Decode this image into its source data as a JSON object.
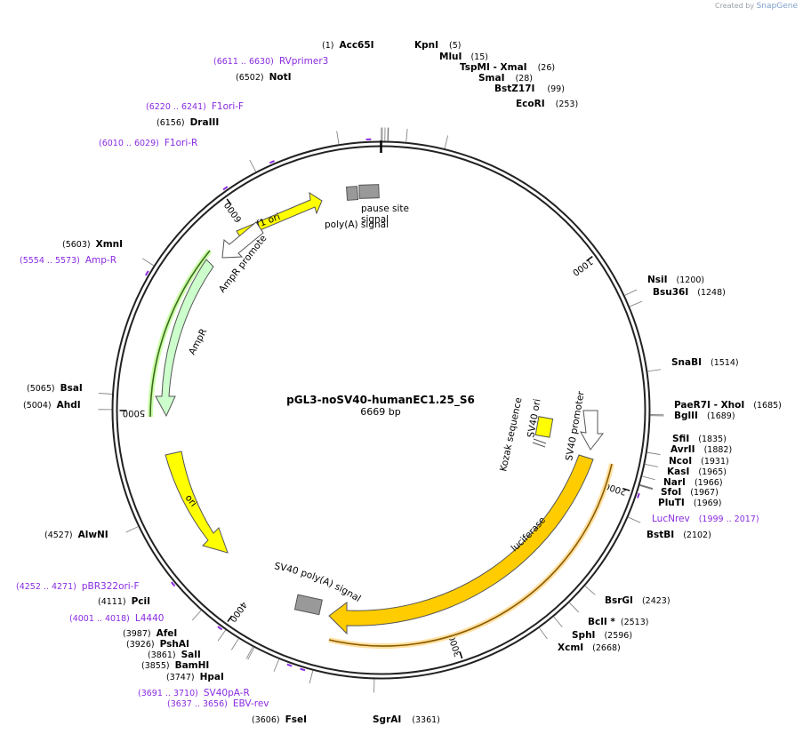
{
  "brand": {
    "created_by": "Created by",
    "name": "SnapGene"
  },
  "plasmid": {
    "name": "pGL3-noSV40-humanEC1.25_S6",
    "length_label": "6669 bp",
    "total_bp": 6669
  },
  "ticks": [
    {
      "bp": 1000,
      "label": "1000"
    },
    {
      "bp": 2000,
      "label": "2000"
    },
    {
      "bp": 3000,
      "label": "3000"
    },
    {
      "bp": 4000,
      "label": "4000"
    },
    {
      "bp": 5000,
      "label": "5000"
    },
    {
      "bp": 6000,
      "label": "6000"
    }
  ],
  "sites": [
    {
      "pos": "(1)",
      "name": "Acc65I",
      "bp": 1
    },
    {
      "pos": "(5)",
      "name": "KpnI",
      "bp": 5
    },
    {
      "pos": "(15)",
      "name": "MluI",
      "bp": 15
    },
    {
      "pos": "(26)",
      "name": "TspMI  - XmaI",
      "bp": 26
    },
    {
      "pos": "(28)",
      "name": "SmaI",
      "bp": 28
    },
    {
      "pos": "(99)",
      "name": "BstZ17I",
      "bp": 99
    },
    {
      "pos": "(253)",
      "name": "EcoRI",
      "bp": 253
    },
    {
      "pos": "(1200)",
      "name": "NsiI",
      "bp": 1200
    },
    {
      "pos": "(1248)",
      "name": "Bsu36I",
      "bp": 1248
    },
    {
      "pos": "(1514)",
      "name": "SnaBI",
      "bp": 1514
    },
    {
      "pos": "(1685)",
      "name": "PaeR7I  - XhoI",
      "bp": 1685
    },
    {
      "pos": "(1689)",
      "name": "BglII",
      "bp": 1689
    },
    {
      "pos": "(1835)",
      "name": "SfiI",
      "bp": 1835
    },
    {
      "pos": "(1882)",
      "name": "AvrII",
      "bp": 1882
    },
    {
      "pos": "(1931)",
      "name": "NcoI",
      "bp": 1931
    },
    {
      "pos": "(1965)",
      "name": "KasI",
      "bp": 1965
    },
    {
      "pos": "(1966)",
      "name": "NarI",
      "bp": 1966
    },
    {
      "pos": "(1967)",
      "name": "SfoI",
      "bp": 1967
    },
    {
      "pos": "(1969)",
      "name": "PluTI",
      "bp": 1969
    },
    {
      "pos": "(2102)",
      "name": "BstBI",
      "bp": 2102
    },
    {
      "pos": "(2423)",
      "name": "BsrGI",
      "bp": 2423
    },
    {
      "pos": "(2513)",
      "name": "BclI *",
      "bp": 2513
    },
    {
      "pos": "(2596)",
      "name": "SphI",
      "bp": 2596
    },
    {
      "pos": "(2668)",
      "name": "XcmI",
      "bp": 2668
    },
    {
      "pos": "(3361)",
      "name": "SgrAI",
      "bp": 3361
    },
    {
      "pos": "(3606)",
      "name": "FseI",
      "bp": 3606
    },
    {
      "pos": "(3747)",
      "name": "HpaI",
      "bp": 3747
    },
    {
      "pos": "(3855)",
      "name": "BamHI",
      "bp": 3855
    },
    {
      "pos": "(3861)",
      "name": "SalI",
      "bp": 3861
    },
    {
      "pos": "(3926)",
      "name": "PshAI",
      "bp": 3926
    },
    {
      "pos": "(3987)",
      "name": "AfeI",
      "bp": 3987
    },
    {
      "pos": "(4111)",
      "name": "PciI",
      "bp": 4111
    },
    {
      "pos": "(4527)",
      "name": "AlwNI",
      "bp": 4527
    },
    {
      "pos": "(5004)",
      "name": "AhdI",
      "bp": 5004
    },
    {
      "pos": "(5065)",
      "name": "BsaI",
      "bp": 5065
    },
    {
      "pos": "(5603)",
      "name": "XmnI",
      "bp": 5603
    },
    {
      "pos": "(6156)",
      "name": "DraIII",
      "bp": 6156
    },
    {
      "pos": "(6502)",
      "name": "NotI",
      "bp": 6502
    }
  ],
  "primers": [
    {
      "range": "(6611 .. 6630)",
      "name": "RVprimer3",
      "bp": 6620
    },
    {
      "range": "(6220 .. 6241)",
      "name": "F1ori-F",
      "bp": 6230
    },
    {
      "range": "(6010 .. 6029)",
      "name": "F1ori-R",
      "bp": 6020
    },
    {
      "range": "(5554 .. 5573)",
      "name": "Amp-R",
      "bp": 5564
    },
    {
      "range": "(1999 .. 2017)",
      "name": "LucNrev",
      "bp": 2008
    },
    {
      "range": "(4252 .. 4271)",
      "name": "pBR322ori-F",
      "bp": 4262
    },
    {
      "range": "(4001 .. 4018)",
      "name": "L4440",
      "bp": 4010
    },
    {
      "range": "(3691 .. 3710)",
      "name": "SV40pA-R",
      "bp": 3700
    },
    {
      "range": "(3637 .. 3656)",
      "name": "EBV-rev",
      "bp": 3646
    }
  ],
  "features": [
    {
      "name": "f1 ori",
      "color": "#ffff00"
    },
    {
      "name": "AmpR promoter",
      "color": "#ffffff"
    },
    {
      "name": "AmpR",
      "color": "#ccffcc"
    },
    {
      "name": "ori",
      "color": "#ffff00"
    },
    {
      "name": "SV40 poly(A) signal",
      "color": "#999999"
    },
    {
      "name": "luciferase",
      "color": "#ffcc00"
    },
    {
      "name": "SV40 promoter",
      "color": "#ffffff"
    },
    {
      "name": "SV40 ori",
      "color": "#ffff00"
    },
    {
      "name": "Kozak sequence",
      "color": "#ffffff"
    },
    {
      "name": "poly(A) signal",
      "color": "#999999"
    },
    {
      "name": "pause site",
      "color": "#999999"
    }
  ],
  "colors": {
    "primer": "#8a2be2",
    "backbone": "#222222"
  }
}
